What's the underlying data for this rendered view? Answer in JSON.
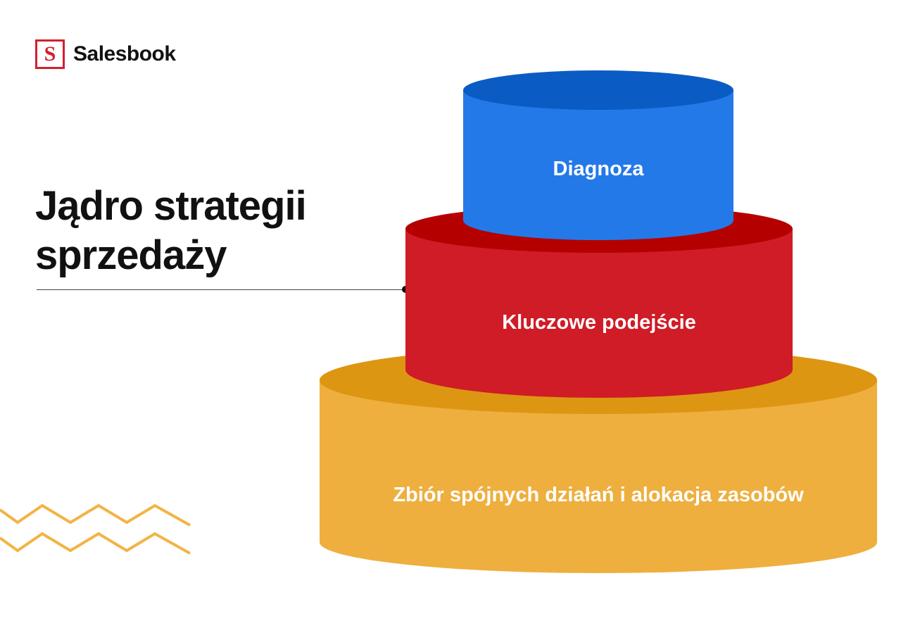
{
  "brand": {
    "logo_letter": "S",
    "name": "Salesbook",
    "accent_color": "#d41f2d"
  },
  "title": {
    "line1": "Jądro strategii",
    "line2": "sprzedaży"
  },
  "pyramid": {
    "tiers": [
      {
        "label": "Diagnoza",
        "color": "#2479e8"
      },
      {
        "label": "Kluczowe podejście",
        "color": "#cf1c26"
      },
      {
        "label": "Zbiór spójnych działań i alokacja zasobów",
        "color": "#eeaf3f"
      }
    ]
  },
  "decoration": {
    "zigzag_icon": "zigzag-lines",
    "zigzag_color": "#f2b446"
  }
}
